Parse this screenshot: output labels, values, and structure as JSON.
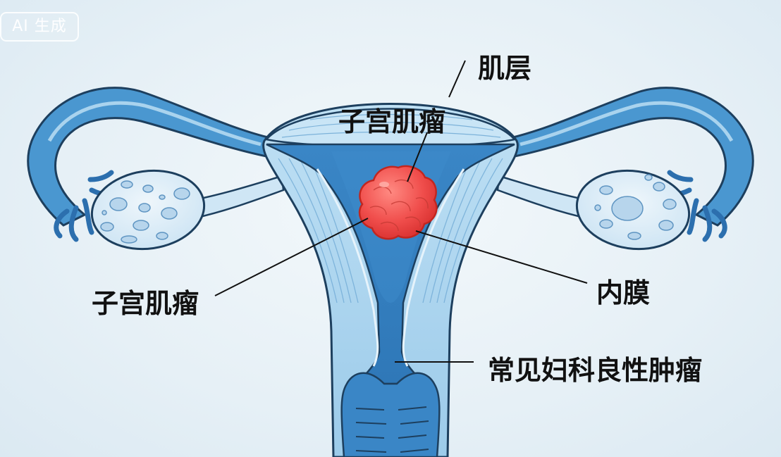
{
  "watermark": {
    "text": "AI 生成"
  },
  "labels": {
    "myometrium": "肌层",
    "fibroid_top": "子宫肌瘤",
    "fibroid_left": "子宫肌瘤",
    "endometrium": "内膜",
    "caption": "常见妇科良性肿瘤"
  },
  "colors": {
    "background": "#e8f1f7",
    "tissue_light": "#a9d3ee",
    "tissue_mid": "#4a97d0",
    "tissue_dark": "#2c6fae",
    "outline": "#1d3f5e",
    "fibroid": "#ef4b4b",
    "fibroid_highlight": "#ff8a80",
    "text": "#111111"
  }
}
